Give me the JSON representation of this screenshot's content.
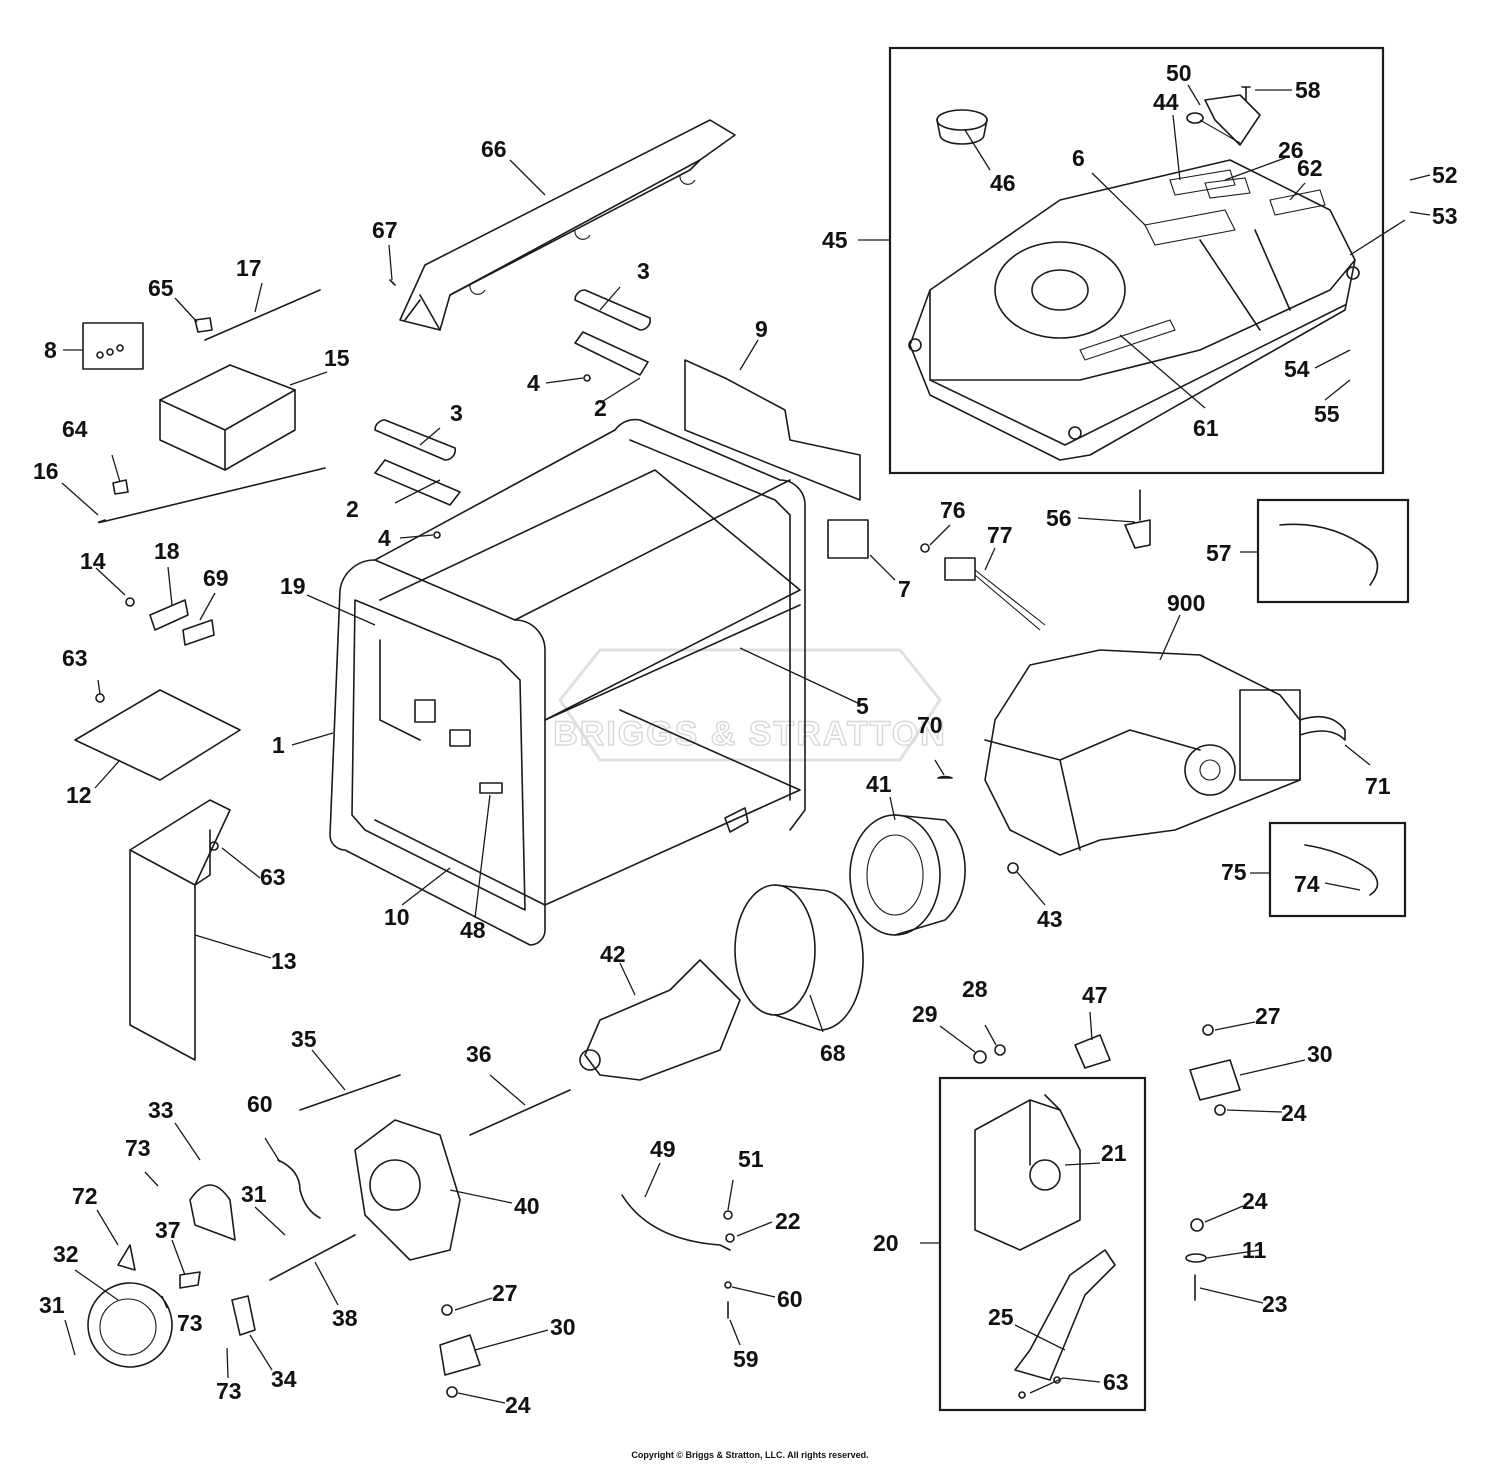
{
  "watermark": "BRIGGS & STRATTON",
  "copyright": "Copyright © Briggs & Stratton, LLC. All rights reserved.",
  "callouts": {
    "p1": "1",
    "p2a": "2",
    "p2b": "2",
    "p3a": "3",
    "p3b": "3",
    "p4a": "4",
    "p4b": "4",
    "p5": "5",
    "p6": "6",
    "p7": "7",
    "p8": "8",
    "p9": "9",
    "p10": "10",
    "p11": "11",
    "p12": "12",
    "p13": "13",
    "p14": "14",
    "p15": "15",
    "p16": "16",
    "p17": "17",
    "p18": "18",
    "p19": "19",
    "p20": "20",
    "p21": "21",
    "p22": "22",
    "p23": "23",
    "p24a": "24",
    "p24b": "24",
    "p24c": "24",
    "p25": "25",
    "p26": "26",
    "p27a": "27",
    "p27b": "27",
    "p28": "28",
    "p29": "29",
    "p30a": "30",
    "p30b": "30",
    "p31a": "31",
    "p31b": "31",
    "p32": "32",
    "p33": "33",
    "p34": "34",
    "p35": "35",
    "p36": "36",
    "p37": "37",
    "p38": "38",
    "p40": "40",
    "p41": "41",
    "p42": "42",
    "p43": "43",
    "p44": "44",
    "p45": "45",
    "p46": "46",
    "p47": "47",
    "p48": "48",
    "p49": "49",
    "p50": "50",
    "p51": "51",
    "p52": "52",
    "p53": "53",
    "p54": "54",
    "p55": "55",
    "p56": "56",
    "p57": "57",
    "p58": "58",
    "p59": "59",
    "p60a": "60",
    "p60b": "60",
    "p61": "61",
    "p62": "62",
    "p63a": "63",
    "p63b": "63",
    "p63c": "63",
    "p64": "64",
    "p65": "65",
    "p66": "66",
    "p67": "67",
    "p68": "68",
    "p69": "69",
    "p70": "70",
    "p71": "71",
    "p72": "72",
    "p73a": "73",
    "p73b": "73",
    "p73c": "73",
    "p74": "74",
    "p75": "75",
    "p76": "76",
    "p77": "77",
    "p900": "900"
  }
}
